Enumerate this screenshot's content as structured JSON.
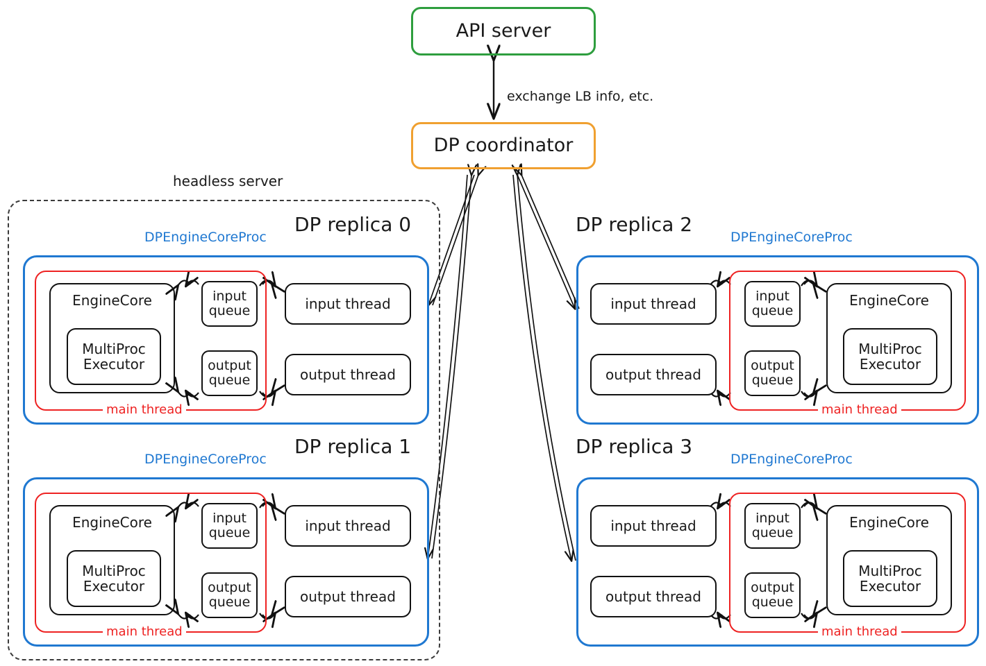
{
  "diagram": {
    "title_nodes": {
      "api_server": "API server",
      "dp_coordinator": "DP coordinator"
    },
    "edge_labels": {
      "coordinator_api": "exchange LB info, etc."
    },
    "region_labels": {
      "headless_server": "headless server"
    },
    "colors": {
      "api_border": "#2e9e3e",
      "coordinator_border": "#f0a030",
      "process_border": "#1f78d1",
      "main_thread_border": "#ee2222",
      "node_border": "#111111",
      "dashed_border": "#3a3a3a",
      "arrow": "#111111"
    },
    "common": {
      "proc_label": "DPEngineCoreProc",
      "main_thread_label": "main thread",
      "engine_core": "EngineCore",
      "multiproc_executor": "MultiProc\nExecutor",
      "multiproc_executor_line1": "MultiProc",
      "multiproc_executor_line2": "Executor",
      "input_queue_line1": "input",
      "input_queue_line2": "queue",
      "output_queue_line1": "output",
      "output_queue_line2": "queue",
      "input_thread": "input thread",
      "output_thread": "output thread"
    },
    "replicas": [
      {
        "id": 0,
        "title": "DP replica 0",
        "orientation": "engine-left",
        "inside_headless": true
      },
      {
        "id": 1,
        "title": "DP replica 1",
        "orientation": "engine-left",
        "inside_headless": true
      },
      {
        "id": 2,
        "title": "DP replica 2",
        "orientation": "engine-right",
        "inside_headless": false
      },
      {
        "id": 3,
        "title": "DP replica 3",
        "orientation": "engine-right",
        "inside_headless": false
      }
    ]
  }
}
